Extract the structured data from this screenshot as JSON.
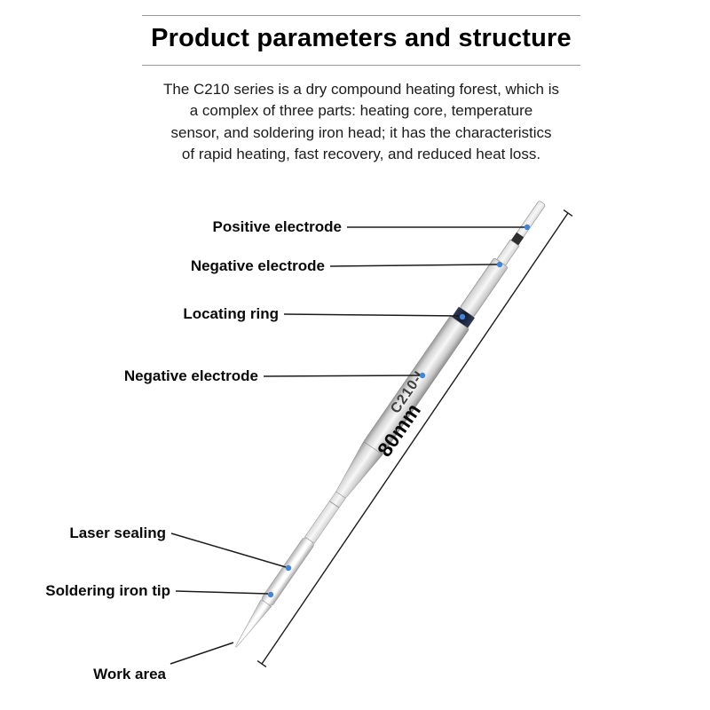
{
  "header": {
    "title": "Product parameters and structure",
    "description_lines": [
      "The C210 series is a dry compound heating forest, which is",
      "a complex of three parts: heating core, temperature",
      "sensor, and soldering iron head; it has the characteristics",
      "of rapid heating, fast recovery, and reduced heat loss."
    ]
  },
  "diagram": {
    "model_label": "C210-I",
    "dimension_label": "80mm",
    "labels": [
      {
        "text": "Positive electrode"
      },
      {
        "text": "Negative electrode"
      },
      {
        "text": "Locating ring"
      },
      {
        "text": "Negative electrode"
      },
      {
        "text": "Laser sealing"
      },
      {
        "text": "Soldering iron tip"
      },
      {
        "text": "Work area"
      }
    ],
    "colors": {
      "marker_blue": "#3f86d8",
      "locating_ring": "#141c30",
      "metal_light": "#f7f7f7",
      "metal_dark": "#8e8e8e",
      "leader_line": "#1b1b1b"
    }
  }
}
